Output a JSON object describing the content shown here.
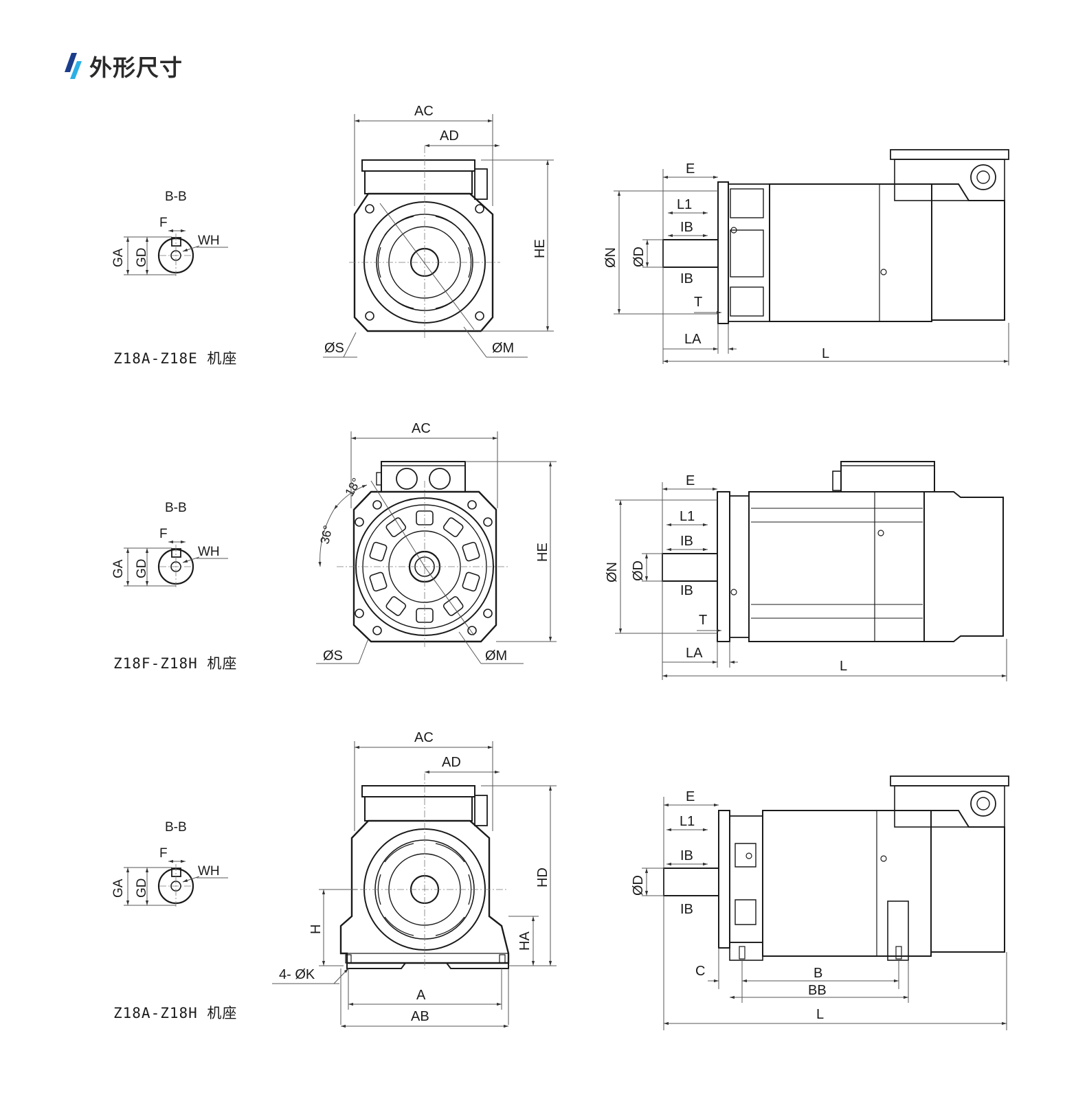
{
  "section_title": "外形尺寸",
  "captions": [
    "Z18A-Z18E 机座",
    "Z18F-Z18H 机座",
    "Z18A-Z18H 机座"
  ],
  "bb": {
    "label": "B-B",
    "F": "F",
    "WH": "WH",
    "GA": "GA",
    "GD": "GD"
  },
  "front": {
    "AC": "AC",
    "AD": "AD",
    "HE": "HE",
    "HD": "HD",
    "S": "ØS",
    "M": "ØM",
    "angle1": "18°",
    "angle2": "36°",
    "H": "H",
    "HA": "HA",
    "K": "4- ØK",
    "A": "A",
    "AB": "AB"
  },
  "side": {
    "E": "E",
    "L1": "L1",
    "IB": "IB",
    "N": "ØN",
    "D": "ØD",
    "T": "T",
    "LA": "LA",
    "L": "L",
    "C": "C",
    "B": "B",
    "BB": "BB"
  },
  "colors": {
    "line": "#1a1a1a",
    "logo_dark": "#1b3d8a",
    "logo_light": "#2bb0e6"
  }
}
